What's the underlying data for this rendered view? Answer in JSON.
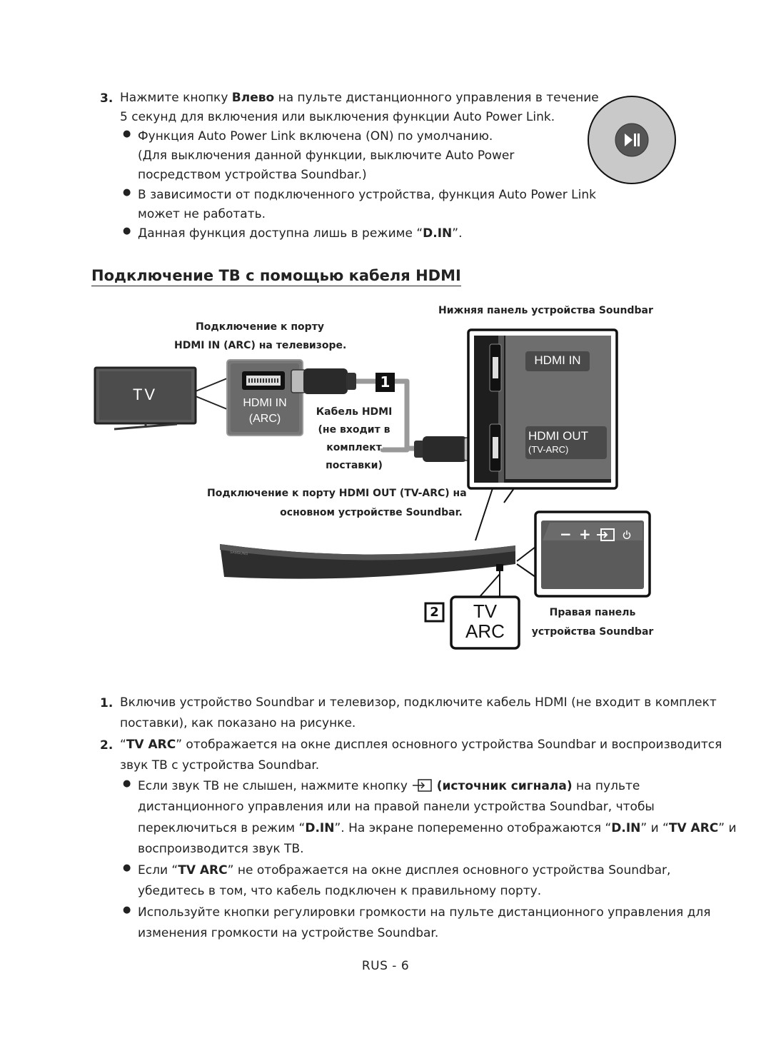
{
  "top": {
    "step3_num": "3.",
    "step3_line1_pre": "Нажмите кнопку ",
    "step3_line1_bold": "Влево",
    "step3_line1_post": " на пульте дистанционного управления в течение",
    "step3_line2": "5 секунд для включения или выключения функции Auto Power Link.",
    "b1_line1": "Функция Auto Power Link включена (ON) по умолчанию.",
    "b1_line2": "(Для выключения данной функции, выключите Auto Power",
    "b1_line3": "посредством устройства Soundbar.)",
    "b2_line1": "В зависимости от подключенного устройства, функция Auto Power Link",
    "b2_line2": "может не работать.",
    "b3_pre": "Данная функция доступна лишь в режиме “",
    "b3_bold": "D.IN",
    "b3_post": "”.",
    "remote_icon": "play-pause-icon"
  },
  "section_title": "Подключение ТВ с помощью кабеля HDMI",
  "diagram": {
    "tv_label": "TV",
    "tv_port_caption_line1": "Подключение к порту",
    "tv_port_caption_line2": "HDMI IN (ARC) на телевизоре.",
    "tv_port_line1": "HDMI IN",
    "tv_port_line2": "(ARC)",
    "step1_badge": "1",
    "cable_line1": "Кабель HDMI",
    "cable_line2": "(не входит в",
    "cable_line3": "комплект",
    "cable_line4": "поставки)",
    "bottom_panel_caption": "Нижняя панель устройства Soundbar",
    "hdmi_in_label": "HDMI IN",
    "hdmi_out_label": "HDMI OUT",
    "tv_arc_label": "(TV-ARC)",
    "soundbar_port_caption_line1": "Подключение к порту HDMI OUT (TV-ARC) на",
    "soundbar_port_caption_line2": "основном устройстве Soundbar.",
    "soundbar_brand": "SAMSUNG",
    "step2_badge": "2",
    "display_line1": "TV",
    "display_line2": "ARC",
    "right_panel_line1": "Правая панель",
    "right_panel_line2": "устройства Soundbar",
    "right_panel_buttons": [
      "−",
      "+"
    ]
  },
  "steps": {
    "s1_num": "1.",
    "s1_line1": "Включив устройство Soundbar и телевизор, подключите кабель HDMI (не входит в комплект",
    "s1_line2": "поставки), как показано на рисунке.",
    "s2_num": "2.",
    "s2_q1": "“",
    "s2_bold": "TV ARC",
    "s2_line1_post": "” отображается на окне дисплея основного устройства Soundbar и воспроизводится",
    "s2_line2": "звук ТВ с устройства Soundbar.",
    "b1_pre": "Если звук ТВ не слышен, нажмите кнопку ",
    "b1_bold": "(источник сигнала)",
    "b1_post": " на пульте",
    "b1_line2": "дистанционного управления или на правой панели устройства Soundbar, чтобы",
    "b1_line3_a": "переключиться в режим “",
    "b1_line3_b": "D.IN",
    "b1_line3_c": "”. На экране попеременно отображаются “",
    "b1_line3_d": "D.IN",
    "b1_line3_e": "” и “",
    "b1_line3_f": "TV ARC",
    "b1_line3_g": "” и",
    "b1_line4": "воспроизводится звук ТВ.",
    "b2_pre": "Если “",
    "b2_bold": "TV ARC",
    "b2_post": "” не отображается на окне дисплея основного устройства Soundbar,",
    "b2_line2": "убедитесь в том, что кабель подключен к правильному порту.",
    "b3_line1": "Используйте кнопки регулировки громкости на пульте дистанционного управления для",
    "b3_line2": "изменения громкости на устройстве Soundbar."
  },
  "footer": "RUS - 6",
  "bullet_char": "●"
}
